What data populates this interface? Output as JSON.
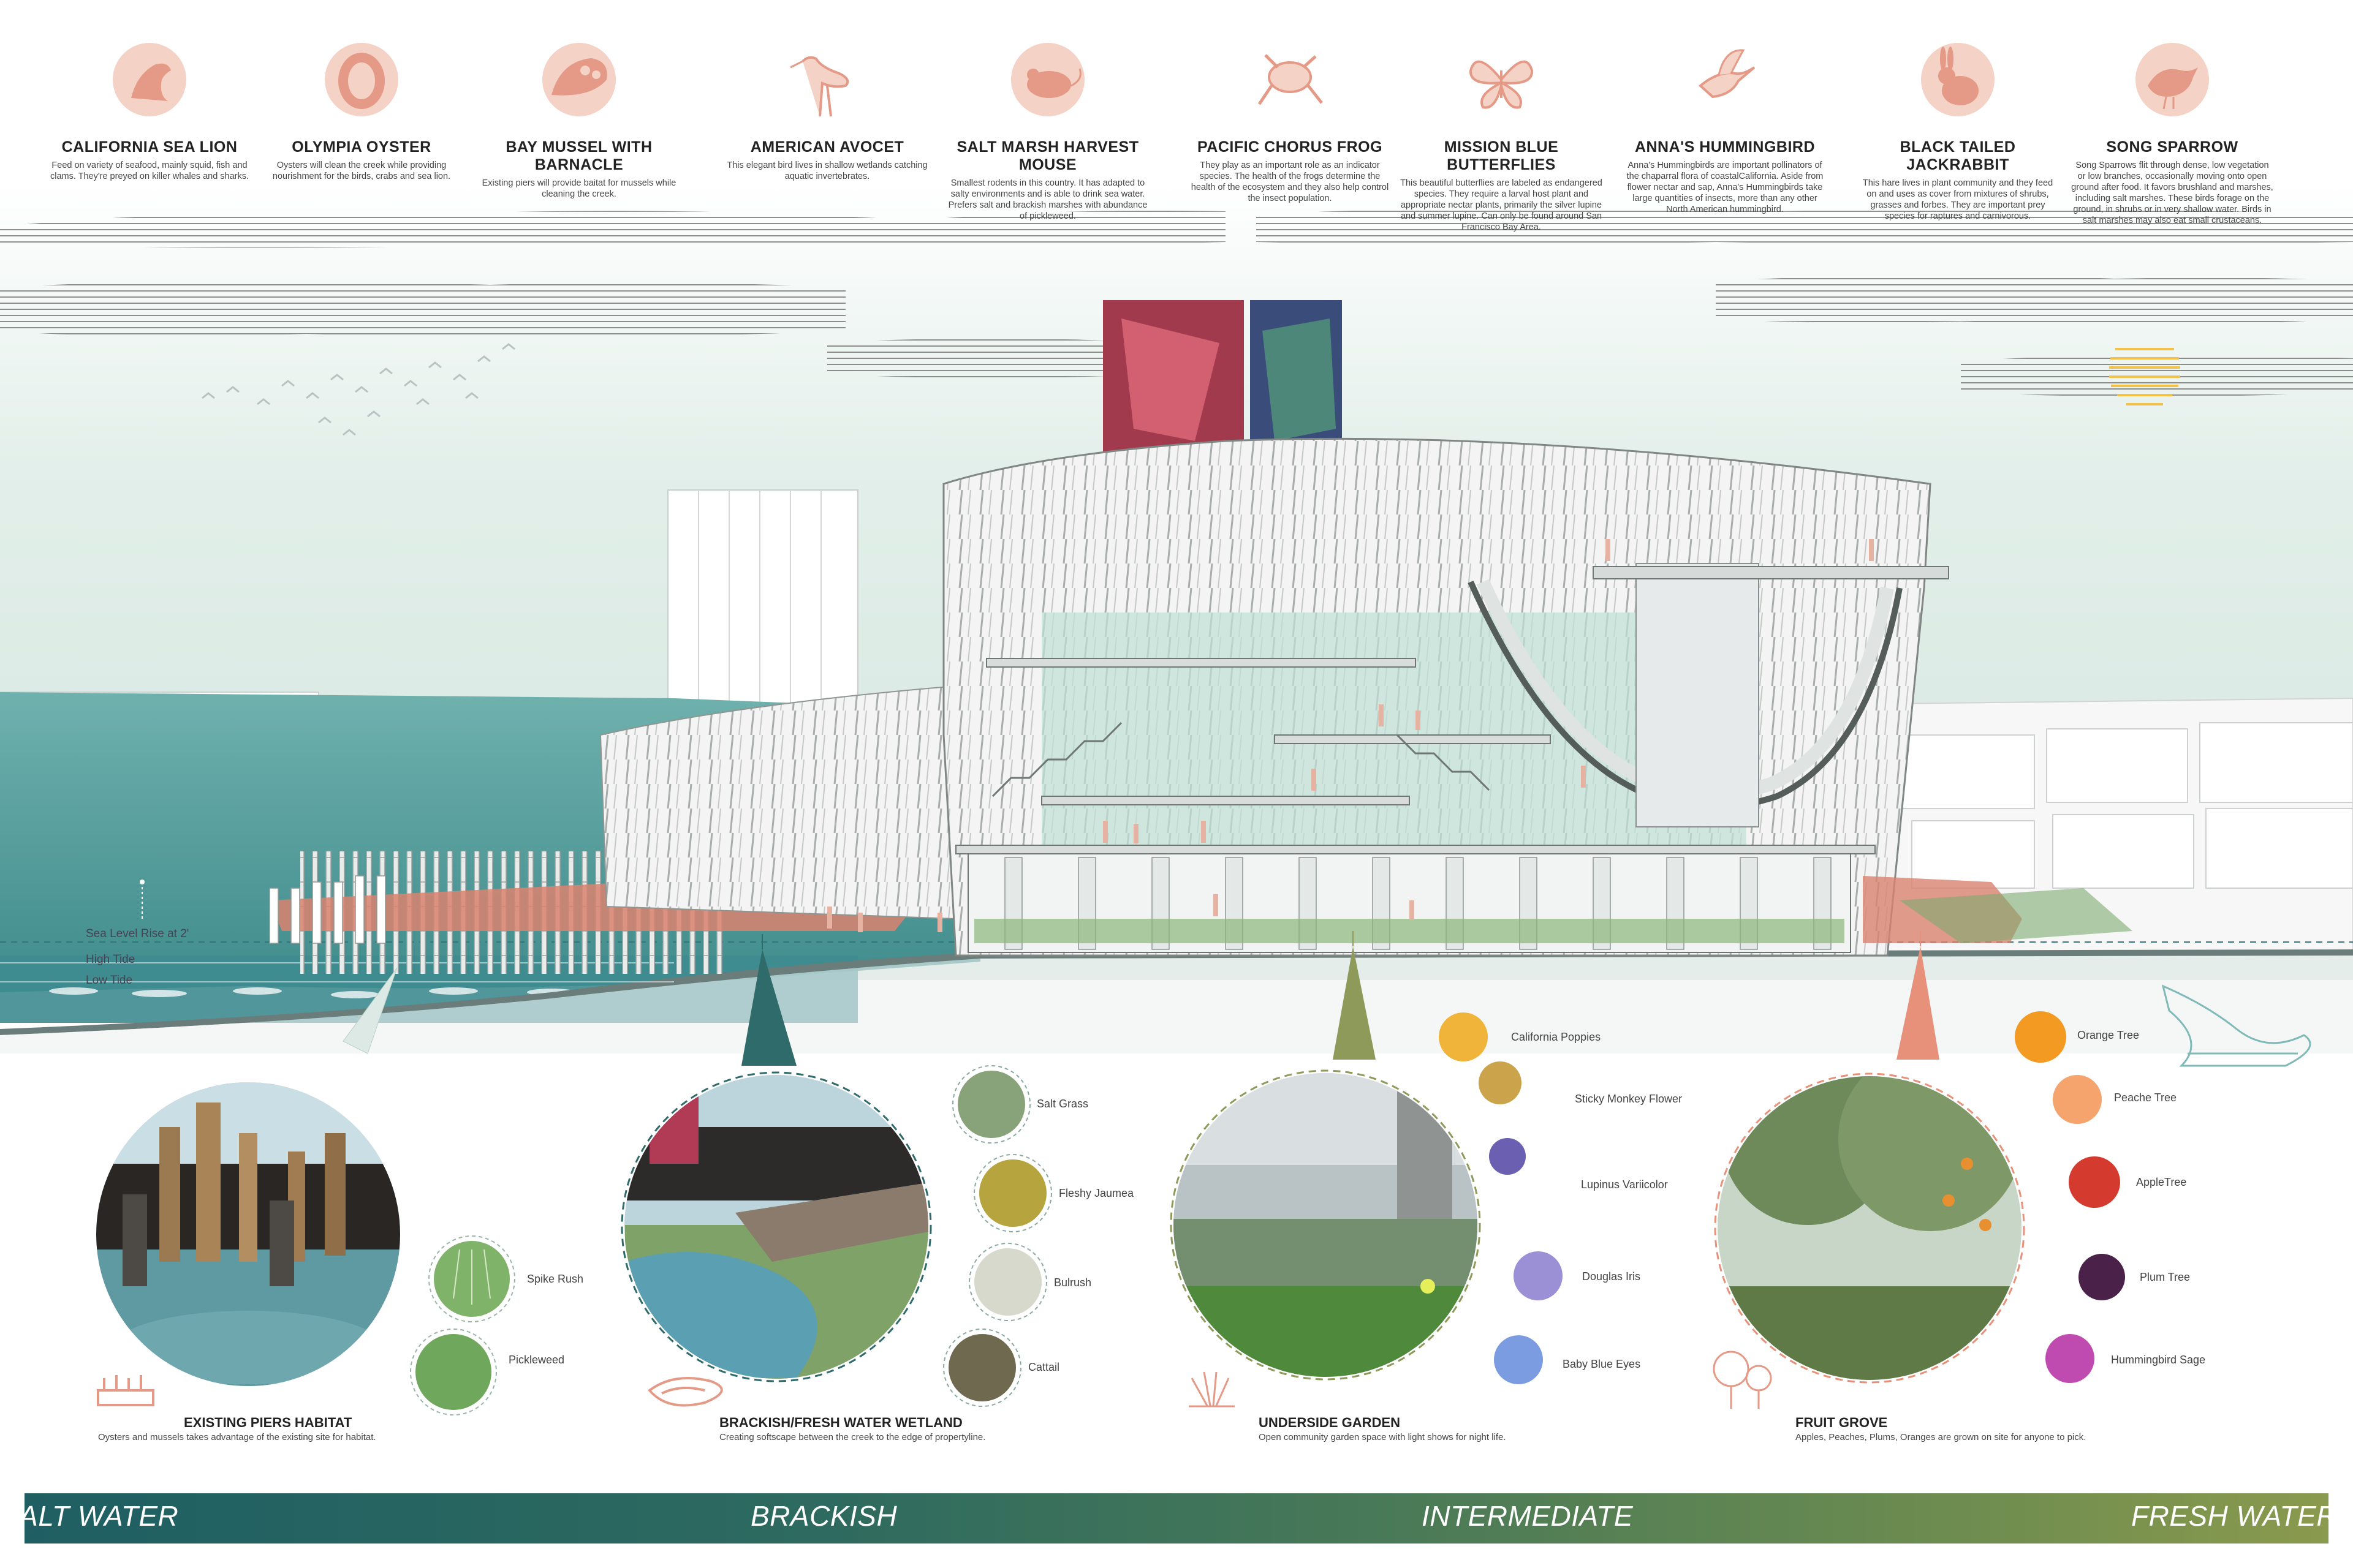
{
  "species": [
    {
      "name": "CALIFORNIA SEA LION",
      "icon": "sea-lion-icon",
      "desc": "Feed on variety of seafood, mainly squid, fish and clams. They're preyed on killer whales and sharks."
    },
    {
      "name": "OLYMPIA OYSTER",
      "icon": "oyster-icon",
      "desc": "Oysters will clean the creek while providing nourishment for the birds, crabs and sea lion."
    },
    {
      "name": "BAY MUSSEL WITH BARNACLE",
      "icon": "mussel-icon",
      "desc": "Existing piers will provide baitat for mussels while cleaning the creek."
    },
    {
      "name": "AMERICAN AVOCET",
      "icon": "avocet-icon",
      "desc": "This elegant bird lives in shallow wetlands catching aquatic invertebrates."
    },
    {
      "name": "SALT MARSH HARVEST MOUSE",
      "icon": "mouse-icon",
      "desc": "Smallest rodents in this country. It has adapted to salty environments and is able to drink sea water. Prefers salt and brackish marshes with abundance of pickleweed."
    },
    {
      "name": "PACIFIC CHORUS FROG",
      "icon": "frog-icon",
      "desc": "They play as an important role as an indicator species. The health of the frogs determine the health of the ecosystem and they also help control the insect population."
    },
    {
      "name": "MISSION BLUE BUTTERFLIES",
      "icon": "butterfly-icon",
      "desc": "This beautiful butterflies are labeled as endangered species. They require a larval host plant and appropriate nectar plants, primarily the silver lupine and summer lupine. Can only be found around San Francisco Bay Area."
    },
    {
      "name": "ANNA'S HUMMINGBIRD",
      "icon": "hummingbird-icon",
      "desc": "Anna's Hummingbirds are important pollinators of the chaparral flora of coastalCalifornia. Aside from flower nectar and sap, Anna's Hummingbirds take large quantities of insects, more than any other North American hummingbird."
    },
    {
      "name": "BLACK TAILED JACKRABBIT",
      "icon": "rabbit-icon",
      "desc": "This hare lives in plant community and they feed on and uses as cover from mixtures of shrubs, grasses and forbes. They are important prey species for raptures and carnivorous."
    },
    {
      "name": "SONG SPARROW",
      "icon": "sparrow-icon",
      "desc": "Song Sparrows flit through dense, low vegetation or low branches, occasionally moving onto open ground after food. It favors brushland and marshes, including salt marshes. These birds forage on the ground, in shrubs or in very shallow water. Birds in salt marshes may also eat small crustaceans."
    }
  ],
  "tide_labels": {
    "sea_level": "Sea Level Rise at 2'",
    "high_tide": "High Tide",
    "low_tide": "Low Tide"
  },
  "zones": [
    {
      "title": "EXISTING PIERS HABITAT",
      "desc": "Oysters and mussels takes advantage of the existing site for habitat.",
      "plants": [
        "Spike Rush",
        "Pickleweed"
      ]
    },
    {
      "title": "BRACKISH/FRESH WATER WETLAND",
      "desc": "Creating softscape between the creek to the edge of propertyline.",
      "plants": [
        "Salt Grass",
        "Fleshy Jaumea",
        "Bulrush",
        "Cattail"
      ]
    },
    {
      "title": "UNDERSIDE GARDEN",
      "desc": "Open community garden space  with light shows for night life.",
      "plants": [
        "California Poppies",
        "Sticky Monkey Flower",
        "Lupinus Variicolor",
        "Douglas Iris",
        "Baby Blue Eyes"
      ]
    },
    {
      "title": "FRUIT GROVE",
      "desc": "Apples, Peaches, Plums, Oranges are grown on site for anyone to pick.",
      "plants": [
        "Orange Tree",
        "Peache Tree",
        "AppleTree",
        "Plum Tree",
        "Hummingbird Sage"
      ]
    }
  ],
  "gradient_bar": {
    "labels": [
      "SALT WATER",
      "BRACKISH",
      "INTERMEDIATE",
      "FRESH WATER"
    ]
  },
  "colors": {
    "accent_salmon": "#e89a86",
    "water_teal": "#5fa7a6",
    "sky_mint": "#dcebe6",
    "bar_start": "#1f5f63",
    "bar_end": "#8a9a4e"
  }
}
